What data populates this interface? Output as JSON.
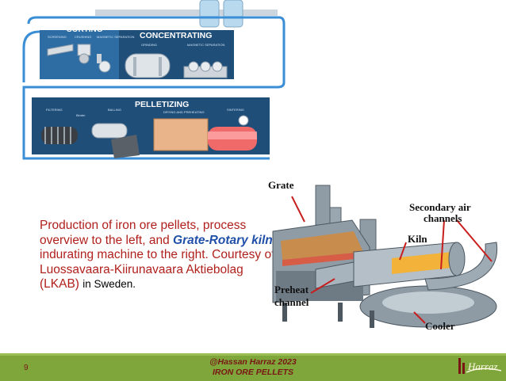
{
  "process_overview": {
    "sections": {
      "sorting": "SORTING",
      "concentrating": "CONCENTRATING",
      "pelletizing": "PELLETIZING"
    },
    "steps": {
      "screening": "SCREENING",
      "crushing": "CRUSHING",
      "magnetic_separation_1": "MAGNETIC SEPARATION",
      "grinding": "GRINDING",
      "magnetic_separation_2": "MAGNETIC SEPARATION",
      "filtering": "FILTERING",
      "binder": "Binder",
      "balling": "BALLING",
      "drying_preheating": "DRYING AND PREHEATING",
      "sintering": "SINTERING"
    }
  },
  "caption": {
    "line1": "Production of iron ore pellets, process overview to the left, and ",
    "kiln_term": "Grate-Rotary kiln",
    "line2": " indurating machine to the right. Courtesy of Luossavaara-Kiirunavaara Aktiebolag (LKAB) ",
    "suffix": "in Sweden."
  },
  "kiln_diagram": {
    "labels": {
      "grate": "Grate",
      "secondary_air": [
        "Secondary air",
        "channels"
      ],
      "kiln": "Kiln",
      "preheat": [
        "Preheat",
        "channel"
      ],
      "cooler": "Cooler"
    }
  },
  "footer": {
    "page_number": "9",
    "credit_line1": "@Hassan Harraz 2023",
    "credit_line2": "IRON ORE PELLETS",
    "logo_text": "Harraz"
  },
  "colors": {
    "panel_dark": "#1f4e79",
    "panel_mid": "#2e6da4",
    "pipe": "#3a8ed6",
    "caption_red": "#b0201c",
    "kiln_term_blue": "#1f4fa8",
    "footer_green": "#7ea63a"
  }
}
